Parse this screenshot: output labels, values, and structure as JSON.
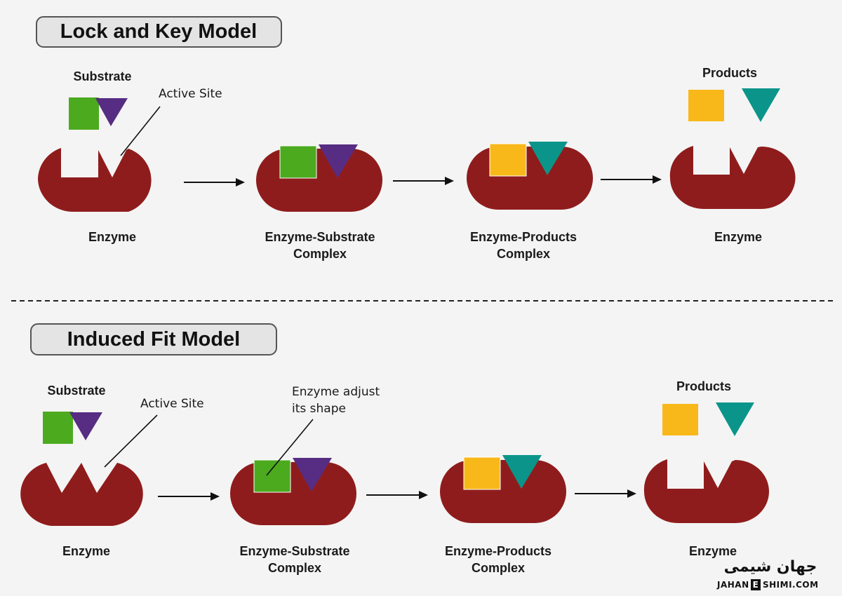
{
  "colors": {
    "enzyme": "#8f1c1c",
    "substrate_square": "#4caa1f",
    "substrate_triangle": "#562d82",
    "product_square": "#f9b81a",
    "product_triangle": "#0b958a",
    "title_box": "#e4e4e4"
  },
  "lock_key": {
    "title": "Lock and Key Model",
    "substrate": "Substrate",
    "active_site": "Active Site",
    "products": "Products",
    "enzyme_1": "Enzyme",
    "es_complex_1": "Enzyme-Substrate",
    "es_complex_2": "Complex",
    "ep_complex_1": "Enzyme-Products",
    "ep_complex_2": "Complex",
    "enzyme_2": "Enzyme"
  },
  "induced_fit": {
    "title": "Induced Fit Model",
    "substrate": "Substrate",
    "active_site": "Active Site",
    "adjust_1": "Enzyme adjust",
    "adjust_2": "its shape",
    "products": "Products",
    "enzyme_1": "Enzyme",
    "es_complex_1": "Enzyme-Substrate",
    "es_complex_2": "Complex",
    "ep_complex_1": "Enzyme-Products",
    "ep_complex_2": "Complex",
    "enzyme_2": "Enzyme"
  },
  "watermark": {
    "arabic": "جهان شیمی",
    "latin_1": "JAHAN",
    "latin_2": "E",
    "latin_3": "SHIMI.COM"
  }
}
